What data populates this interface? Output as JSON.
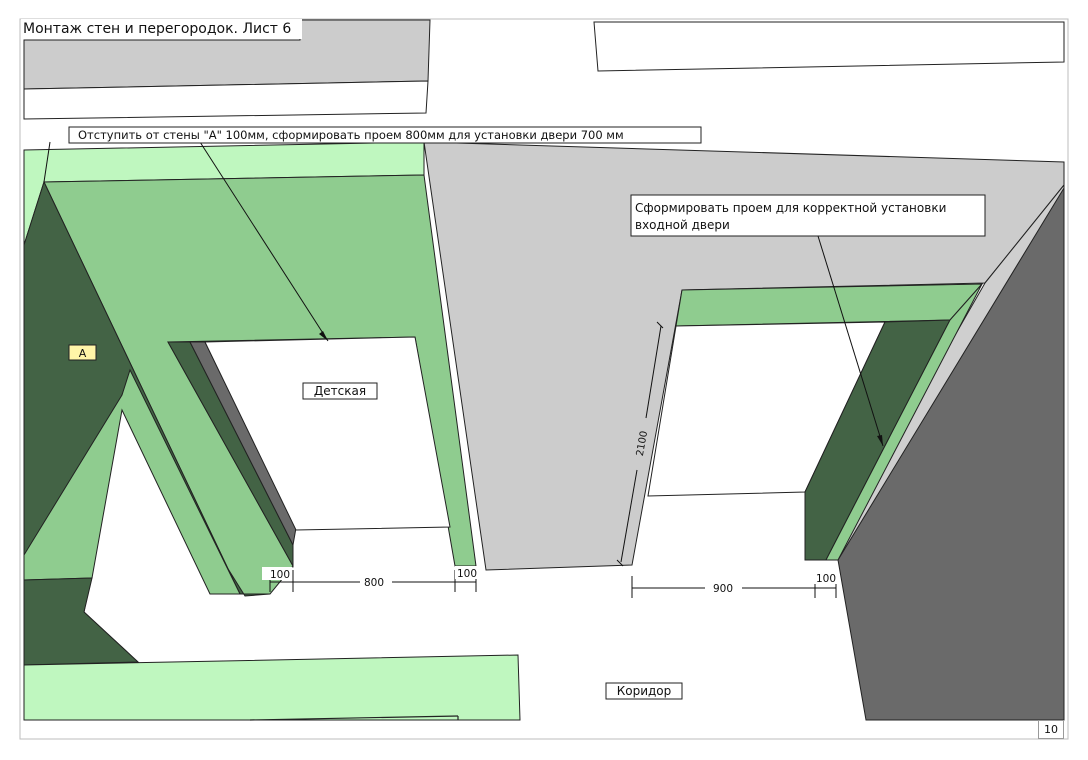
{
  "title": "Монтаж стен и перегородок. Лист 6",
  "page_number": "10",
  "callouts": {
    "wall_a": "Отступить от стены \"А\" 100мм, сформировать проем 800мм для установки двери 700 мм",
    "entrance_line1": "Сформировать проем для корректной установки",
    "entrance_line2": "входной двери"
  },
  "rooms": {
    "kids": "Детская",
    "corridor": "Коридор",
    "wall_marker": "А"
  },
  "dimensions": {
    "left_offset": "100",
    "left_opening": "800",
    "right_offset_1": "100",
    "right_opening": "900",
    "right_offset_2": "100",
    "height": "2100"
  },
  "colors": {
    "light_green": "#8fcc8f",
    "pale_green": "#bff7bf",
    "dark_green": "#436345",
    "gray_wall": "#cccccc",
    "dark_gray": "#6a6a6a",
    "label_yellow": "#fff5a8"
  }
}
